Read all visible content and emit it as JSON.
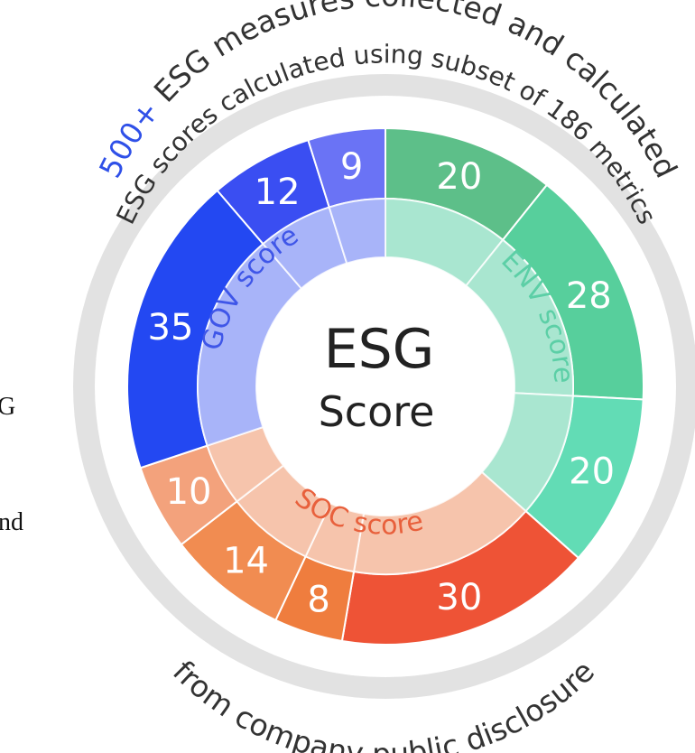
{
  "clipped_text": {
    "line1": "G",
    "line2": "nd"
  },
  "chart_data": {
    "type": "sunburst",
    "center": {
      "line1": "ESG",
      "line2": "Score"
    },
    "outer_arc_text": {
      "prefix": "500+",
      "rest": " ESG measures collected and calculated"
    },
    "inner_arc_text": "ESG scores calculated using subset of 186 metrics",
    "bottom_arc_text": "from company public disclosure",
    "groups": [
      {
        "name": "ENV score",
        "ring_color": "#a9e6d0",
        "label_color": "#5ccfa6",
        "segments": [
          {
            "value": 20,
            "color": "#5dbf89"
          },
          {
            "value": 28,
            "color": "#57cf9c"
          },
          {
            "value": 20,
            "color": "#62dcb5"
          }
        ]
      },
      {
        "name": "SOC score",
        "ring_color": "#f6c4ac",
        "label_color": "#e8603c",
        "segments": [
          {
            "value": 30,
            "color": "#ee5336"
          },
          {
            "value": 8,
            "color": "#ef7d3e"
          },
          {
            "value": 14,
            "color": "#f18c51"
          },
          {
            "value": 10,
            "color": "#f3a27c"
          }
        ]
      },
      {
        "name": "GOV score",
        "ring_color": "#a8b4f9",
        "label_color": "#3f56e8",
        "segments": [
          {
            "value": 35,
            "color": "#2348f2"
          },
          {
            "value": 12,
            "color": "#3a4ef2"
          },
          {
            "value": 9,
            "color": "#6a73f5"
          }
        ]
      }
    ],
    "colors": {
      "prefix_blue": "#2f50e8",
      "gray_ring": "#e2e2e2",
      "text_dark": "#333333"
    }
  }
}
